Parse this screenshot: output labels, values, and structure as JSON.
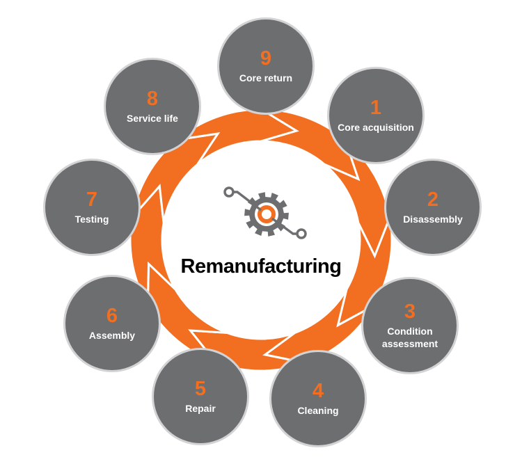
{
  "title": "Remanufacturing",
  "colors": {
    "accent": "#f26f21",
    "circle": "#6d6e70",
    "circle_border": "#d3d3d5",
    "text_on_circle": "#ffffff",
    "title": "#000000"
  },
  "center_icon": "gear-circuit-icon",
  "steps": [
    {
      "number": "1",
      "label": "Core acquisition"
    },
    {
      "number": "2",
      "label": "Disassembly"
    },
    {
      "number": "3",
      "label": "Condition assessment"
    },
    {
      "number": "4",
      "label": "Cleaning"
    },
    {
      "number": "5",
      "label": "Repair"
    },
    {
      "number": "6",
      "label": "Assembly"
    },
    {
      "number": "7",
      "label": "Testing"
    },
    {
      "number": "8",
      "label": "Service life"
    },
    {
      "number": "9",
      "label": "Core return"
    }
  ]
}
